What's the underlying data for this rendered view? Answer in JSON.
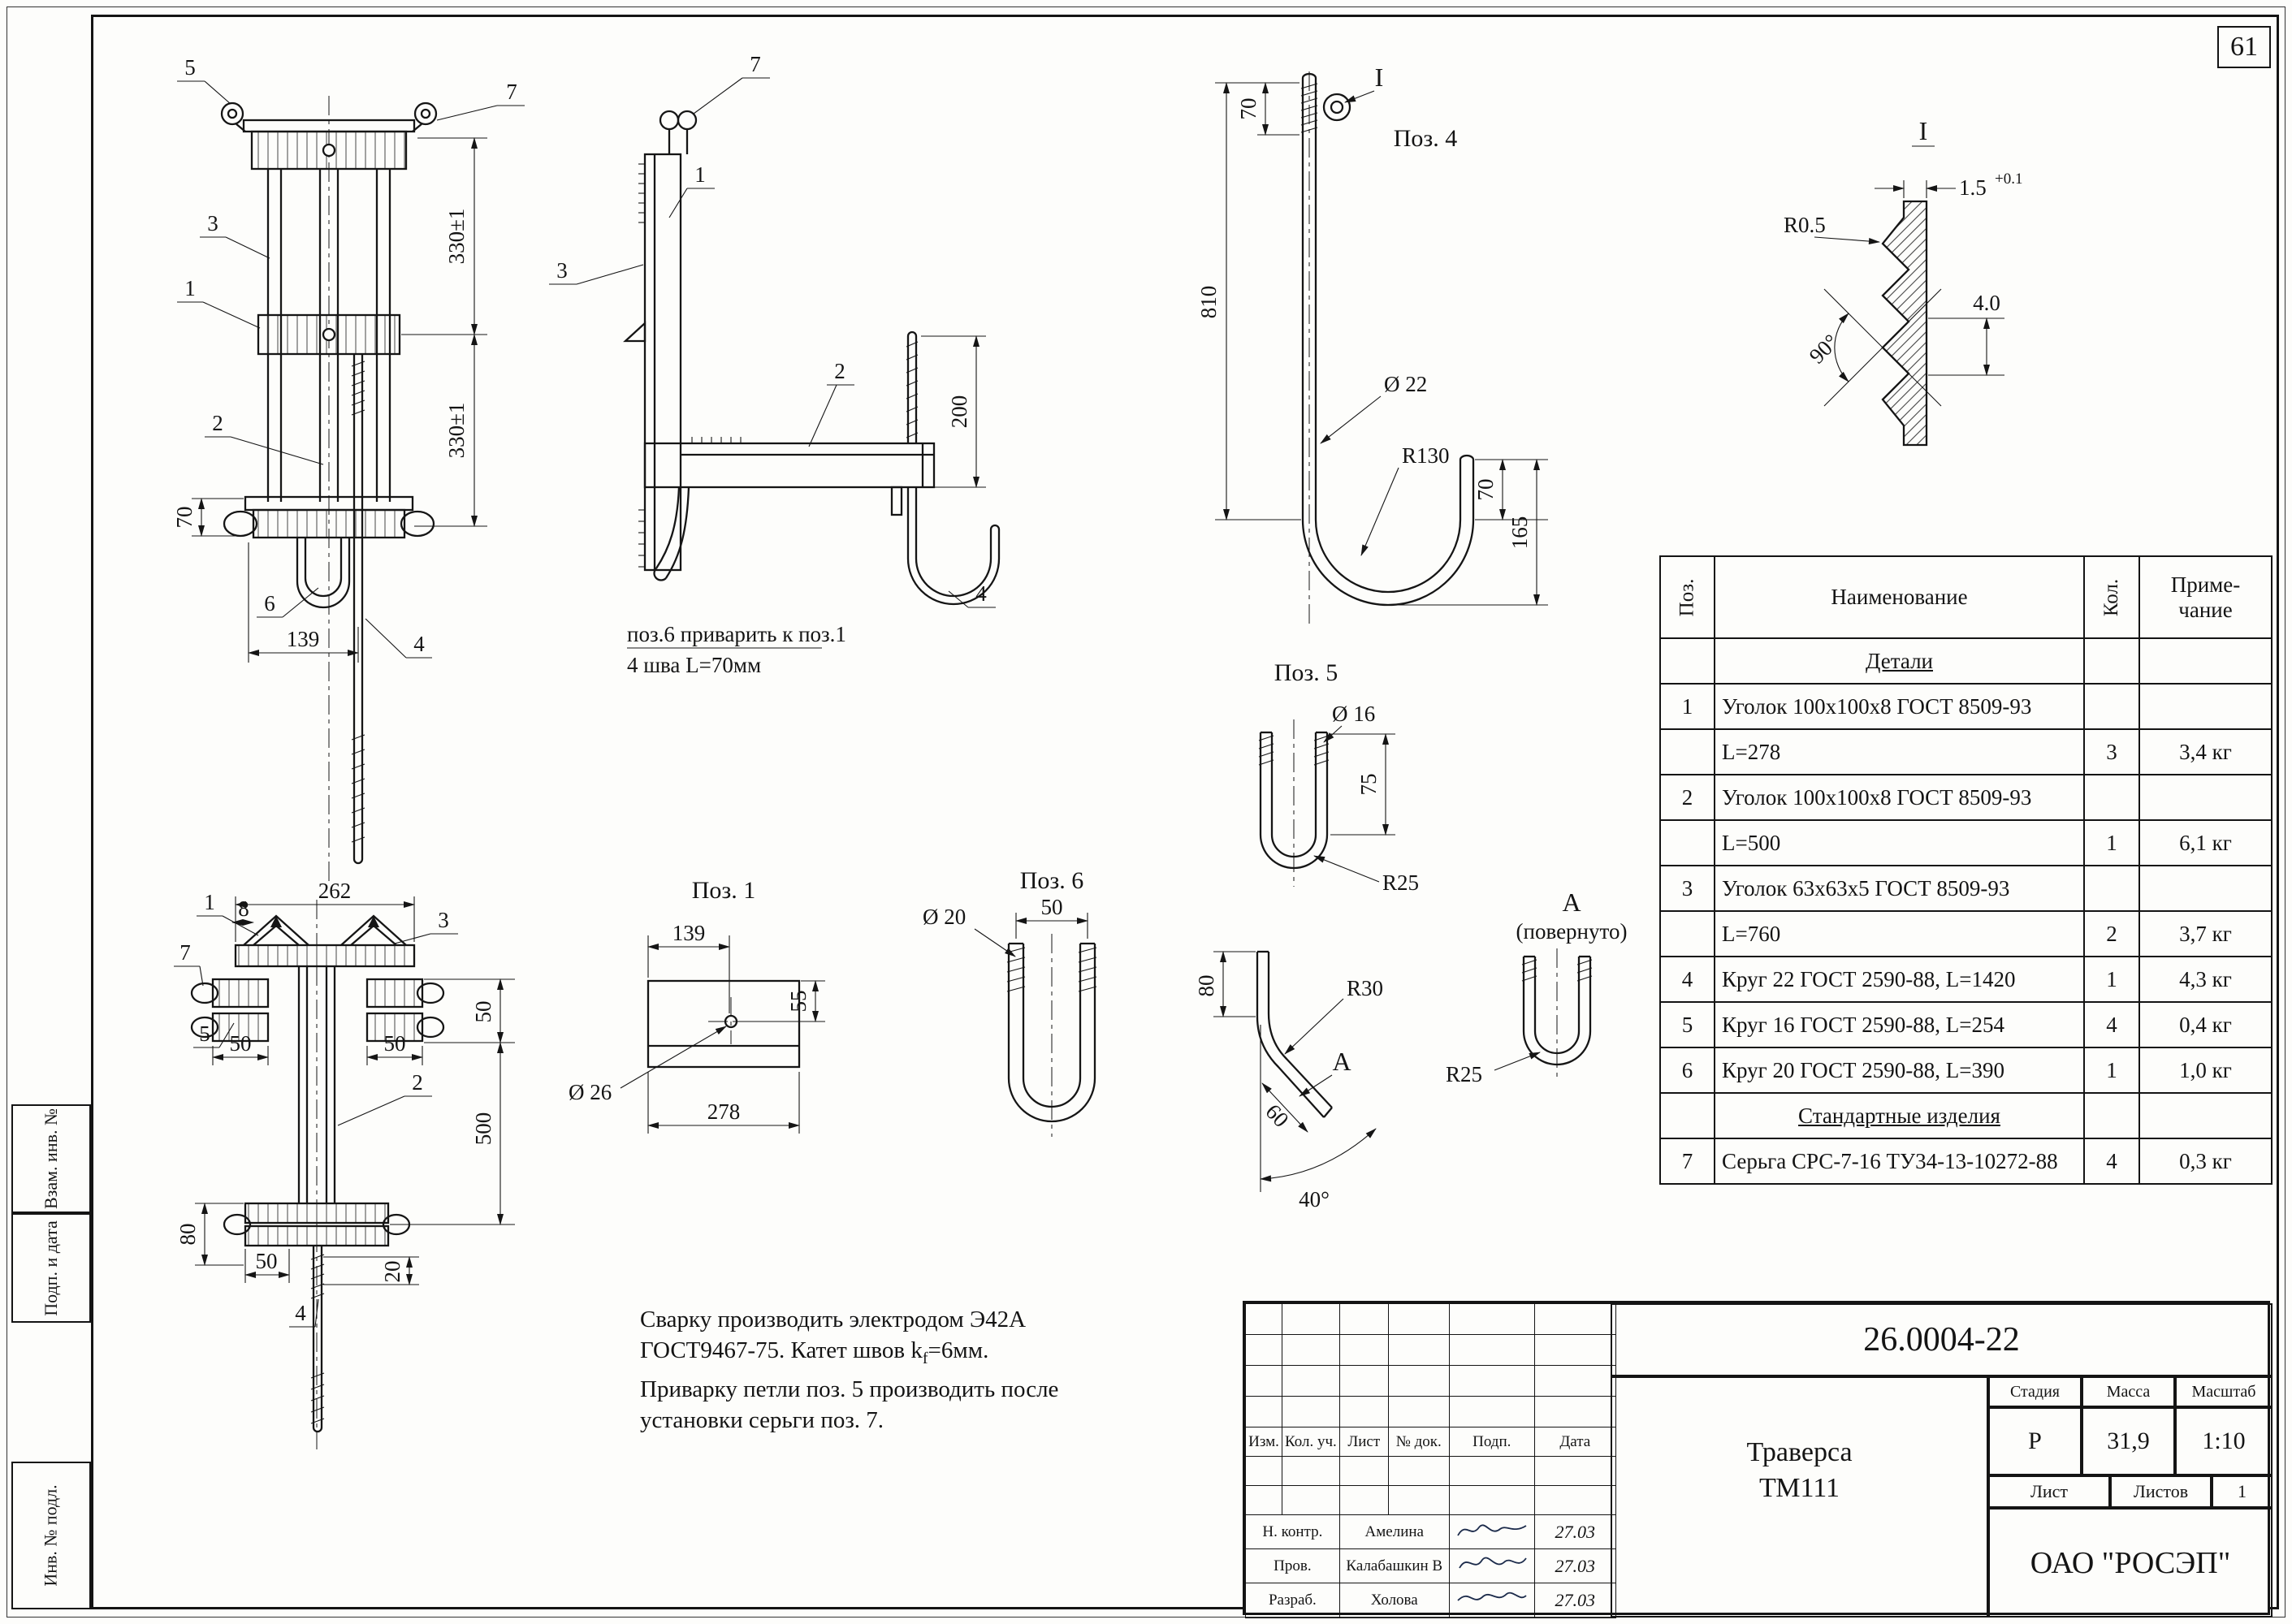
{
  "page": {
    "number": "61"
  },
  "sidebar": {
    "labels": [
      "Взам. инв. №",
      "Подп. и дата",
      "Инв. № подл."
    ]
  },
  "views": {
    "front": {
      "callouts": {
        "c5": "5",
        "c7": "7",
        "c3": "3",
        "c1": "1",
        "c2": "2",
        "c6": "6",
        "c4": "4"
      },
      "dims": {
        "d330a": "330±1",
        "d330b": "330±1",
        "d70": "70",
        "d139": "139"
      }
    },
    "side": {
      "callouts": {
        "c7": "7",
        "c1": "1",
        "c3": "3",
        "c2": "2",
        "c4": "4"
      },
      "dims": {
        "d200": "200"
      },
      "note1": "поз.6 приварить к поз.1",
      "note2": "4 шва L=70мм"
    },
    "pos4": {
      "label": "Поз. 4",
      "mark": "I",
      "dims": {
        "d70": "70",
        "d810": "810",
        "dia": "Ø 22",
        "r": "R130",
        "d70b": "70",
        "d165": "165"
      }
    },
    "detail": {
      "label": "I",
      "dims": {
        "t": "1.5",
        "tol": "+0.1",
        "r": "R0.5",
        "ang": "90°",
        "d4": "4.0"
      }
    },
    "bottom": {
      "callouts": {
        "c1": "1",
        "c3": "3",
        "c7": "7",
        "c5": "5",
        "c2": "2",
        "c4": "4"
      },
      "dims": {
        "d262": "262",
        "d8": "8",
        "d50a": "50",
        "d50b": "50",
        "d50c": "50",
        "d500": "500",
        "d80": "80",
        "d50d": "50",
        "d20": "20"
      }
    },
    "pos1": {
      "label": "Поз. 1",
      "dims": {
        "d139": "139",
        "d55": "55",
        "dia": "Ø 26",
        "d278": "278"
      }
    },
    "pos6": {
      "label": "Поз. 6",
      "dims": {
        "dia": "Ø 20",
        "d50": "50"
      }
    },
    "pos5": {
      "label": "Поз. 5",
      "dims": {
        "dia": "Ø 16",
        "d75": "75",
        "r": "R25"
      }
    },
    "bent": {
      "mark": "А",
      "dims": {
        "d80": "80",
        "r30": "R30",
        "d60": "60",
        "ang": "40°"
      }
    },
    "turned": {
      "label": "А",
      "sub": "(повернуто)",
      "r": "R25"
    }
  },
  "notes": {
    "l1": "Сварку производить электродом Э42А",
    "l2a": "ГОСТ9467-75. Катет швов k",
    "l2sub": "f",
    "l2b": "=6мм.",
    "l3": "Приварку петли поз. 5 производить после",
    "l4": "установки серьги поз. 7."
  },
  "parts_table": {
    "headers": {
      "pos": "Поз.",
      "name": "Наименование",
      "qty": "Кол.",
      "note1": "Приме-",
      "note2": "чание"
    },
    "rows": [
      {
        "pos": "",
        "name": "Детали",
        "qty": "",
        "note": ""
      },
      {
        "pos": "1",
        "name": "Уголок 100х100х8 ГОСТ 8509-93",
        "qty": "",
        "note": ""
      },
      {
        "pos": "",
        "name": "L=278",
        "qty": "3",
        "note": "3,4 кг"
      },
      {
        "pos": "2",
        "name": "Уголок 100х100х8 ГОСТ 8509-93",
        "qty": "",
        "note": ""
      },
      {
        "pos": "",
        "name": "L=500",
        "qty": "1",
        "note": "6,1 кг"
      },
      {
        "pos": "3",
        "name": "Уголок 63х63х5 ГОСТ 8509-93",
        "qty": "",
        "note": ""
      },
      {
        "pos": "",
        "name": "L=760",
        "qty": "2",
        "note": "3,7 кг"
      },
      {
        "pos": "4",
        "name": "Круг 22 ГОСТ 2590-88, L=1420",
        "qty": "1",
        "note": "4,3 кг"
      },
      {
        "pos": "5",
        "name": "Круг 16 ГОСТ 2590-88, L=254",
        "qty": "4",
        "note": "0,4 кг"
      },
      {
        "pos": "6",
        "name": "Круг 20 ГОСТ 2590-88, L=390",
        "qty": "1",
        "note": "1,0 кг"
      },
      {
        "pos": "",
        "name": "Стандартные изделия",
        "qty": "",
        "note": ""
      },
      {
        "pos": "7",
        "name": "Серьга СРС-7-16 ТУ34-13-10272-88",
        "qty": "4",
        "note": "0,3 кг"
      }
    ]
  },
  "title_block": {
    "doc": "26.0004-22",
    "product1": "Траверса",
    "product2": "ТМ111",
    "stage_label": "Стадия",
    "mass_label": "Масса",
    "scale_label": "Масштаб",
    "stage": "Р",
    "mass": "31,9",
    "scale": "1:10",
    "sheet_label": "Лист",
    "sheets_label": "Листов",
    "sheets_value": "1",
    "company": "ОАО \"РОСЭП\"",
    "cols": [
      "Изм.",
      "Кол. уч.",
      "Лист",
      "№ док.",
      "Подп.",
      "Дата"
    ],
    "sign_rows": [
      {
        "role": "Н. контр.",
        "name": "Амелина",
        "date": "27.03"
      },
      {
        "role": "Пров.",
        "name": "Калабашкин В",
        "date": "27.03"
      },
      {
        "role": "Разраб.",
        "name": "Холова",
        "date": "27.03"
      }
    ]
  }
}
